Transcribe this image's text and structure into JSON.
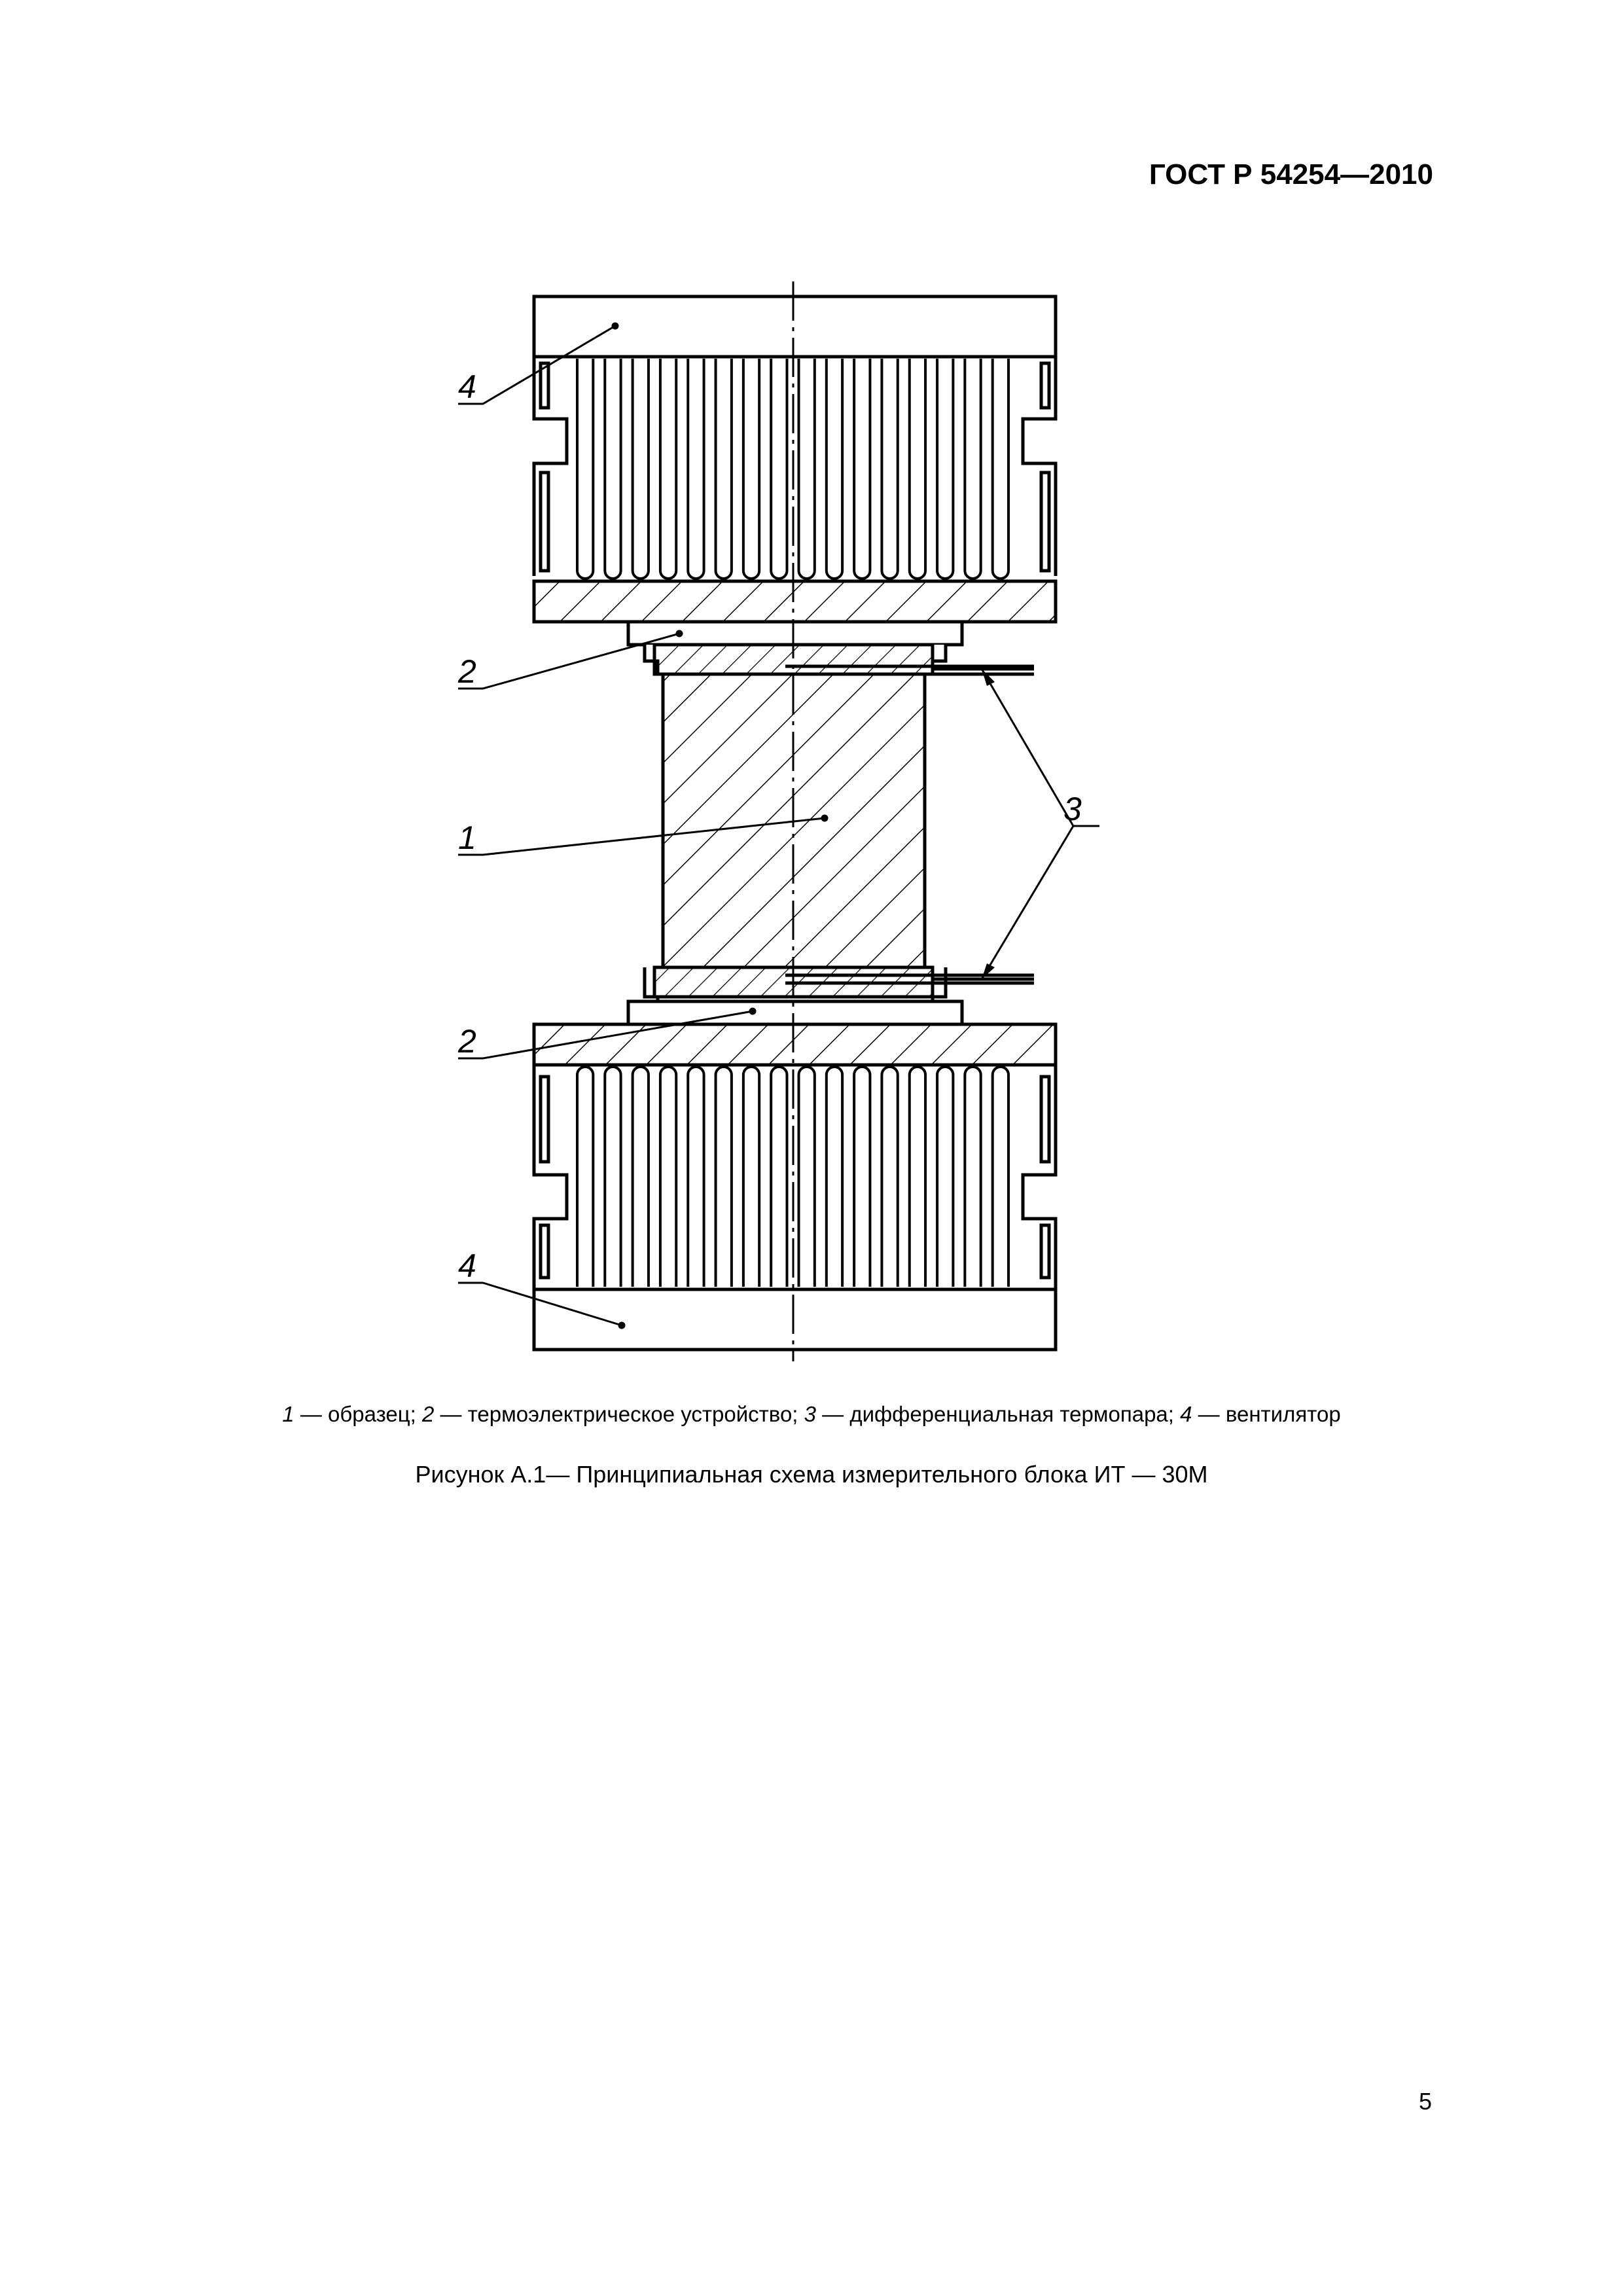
{
  "header": {
    "standard_id": "ГОСТ Р 54254—2010"
  },
  "figure": {
    "callouts": {
      "fan_top": "4",
      "device_top": "2",
      "thermocouple": "3",
      "sample": "1",
      "device_bottom": "2",
      "fan_bottom": "4"
    }
  },
  "legend": {
    "items": [
      {
        "num": "1",
        "text": " — образец; "
      },
      {
        "num": "2",
        "text": " — термоэлектрическое устройство; "
      },
      {
        "num": "3",
        "text": " — дифференциальная термопара; "
      },
      {
        "num": "4",
        "text": " — вентилятор"
      }
    ]
  },
  "caption": "Рисунок  А.1— Принципиальная схема измерительного блока ИТ — 30М",
  "page_number": "5"
}
